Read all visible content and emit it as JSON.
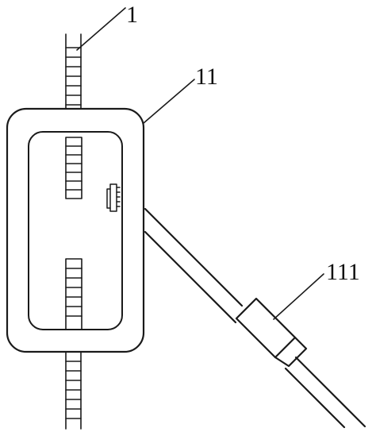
{
  "figure": {
    "labels": {
      "strip": "1",
      "housing": "11",
      "connector": "111"
    },
    "stroke_color": "#1a1a1a",
    "background": "#ffffff"
  }
}
